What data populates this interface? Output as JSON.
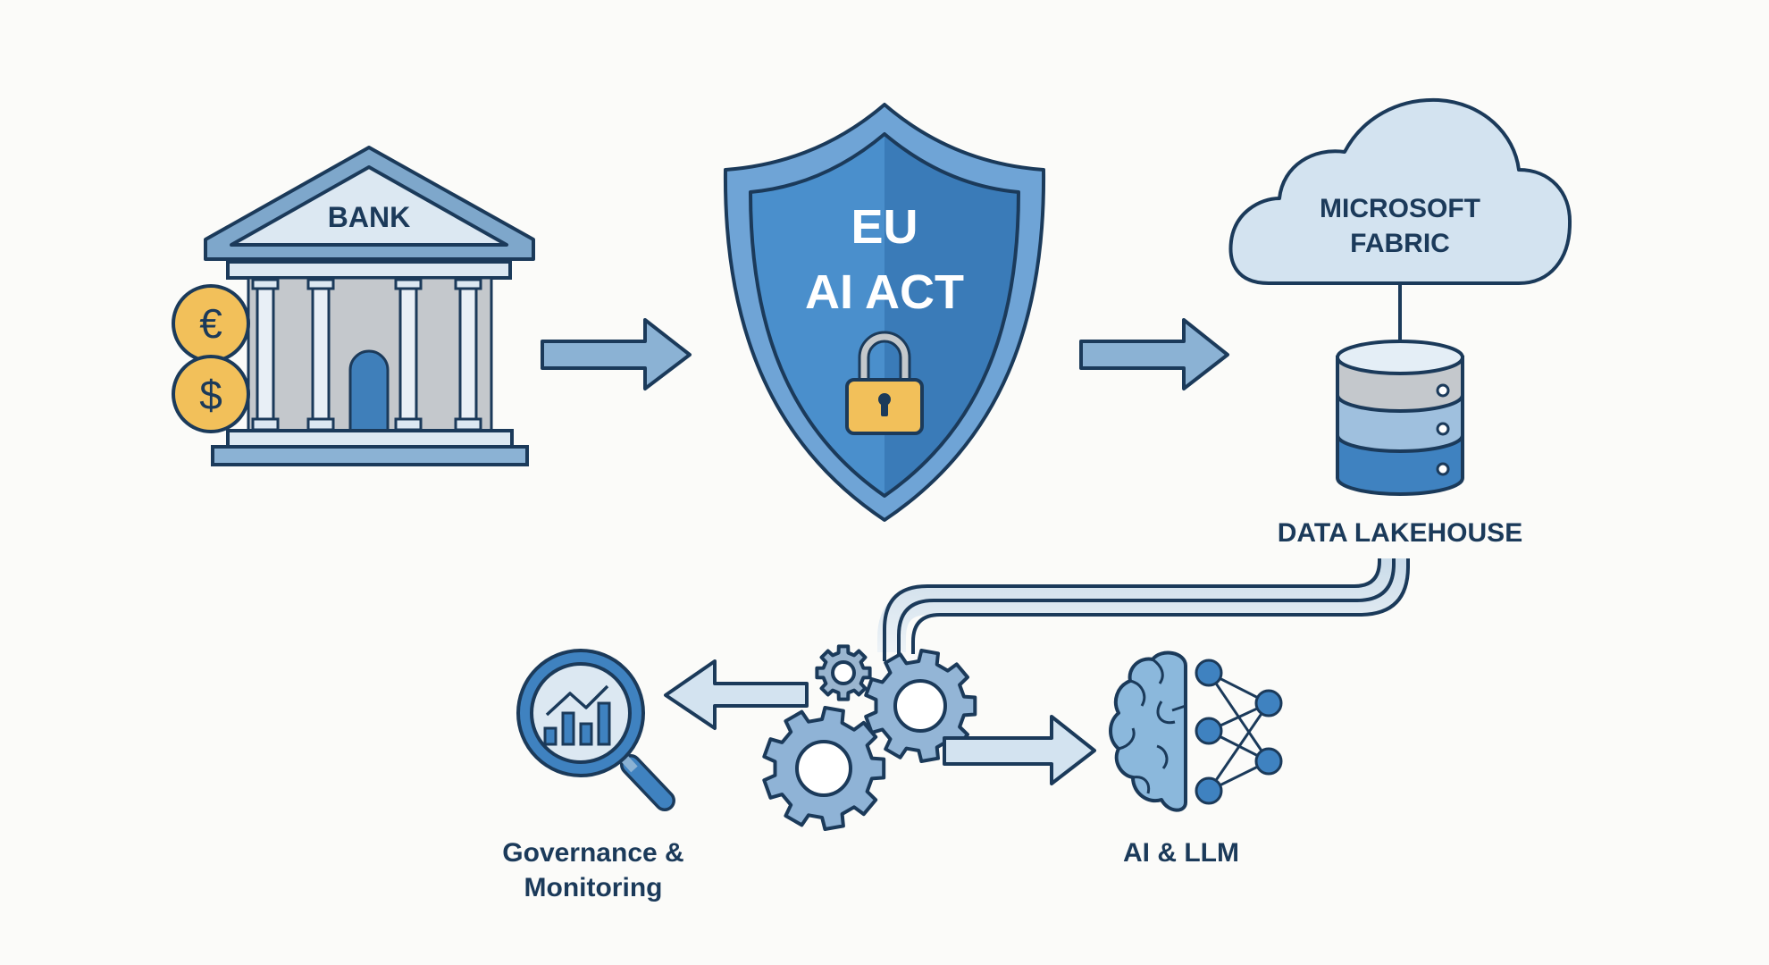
{
  "diagram": {
    "title": "EU AI Act compliance flow for banking with Microsoft Fabric",
    "colors": {
      "background": "#fbfbf9",
      "outline": "#1b3a5a",
      "primary_blue": "#3f82c0",
      "light_blue": "#d3e3f0",
      "mid_blue": "#8bb2d4",
      "gold": "#f2c05a",
      "gray": "#c4c8cc"
    },
    "nodes": {
      "bank": {
        "label": "BANK",
        "icon": "bank-building-icon",
        "coins": [
          {
            "symbol": "€",
            "icon": "euro-coin-icon"
          },
          {
            "symbol": "$",
            "icon": "dollar-coin-icon"
          }
        ]
      },
      "regulation": {
        "line1": "EU",
        "line2": "AI ACT",
        "icon": "shield-lock-icon"
      },
      "platform": {
        "line1": "MICROSOFT",
        "line2": "FABRIC",
        "icon": "cloud-icon"
      },
      "storage": {
        "label": "DATA LAKEHOUSE",
        "icon": "database-icon"
      },
      "processing": {
        "icon": "gears-icon"
      },
      "governance": {
        "line1": "Governance &",
        "line2": "Monitoring",
        "icon": "magnifier-chart-icon"
      },
      "ai": {
        "label": "AI & LLM",
        "icon": "brain-network-icon"
      }
    },
    "edges": [
      {
        "from": "bank",
        "to": "regulation"
      },
      {
        "from": "regulation",
        "to": "platform"
      },
      {
        "from": "platform",
        "to": "storage"
      },
      {
        "from": "storage",
        "to": "processing"
      },
      {
        "from": "processing",
        "to": "governance"
      },
      {
        "from": "processing",
        "to": "ai"
      }
    ]
  }
}
